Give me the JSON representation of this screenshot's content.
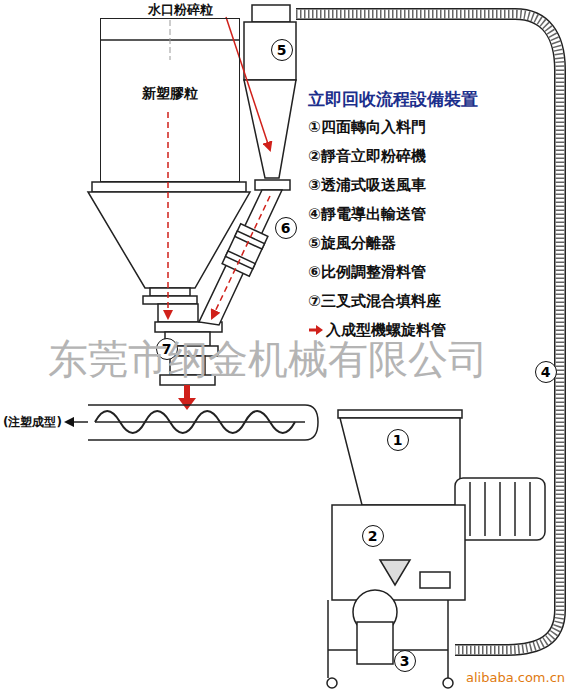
{
  "diagram": {
    "title": "立即回收流程設備裝置",
    "nodes": [
      {
        "text": [
          "新塑膠粒"
        ]
      }
    ],
    "labels": [
      "水口粉碎粒",
      "5",
      "6",
      "7",
      "(注塑成型)",
      "1",
      "2",
      "4",
      "3",
      "东莞市纲金机械有限公司",
      "alibaba.com.cn"
    ],
    "legend": [
      {
        "text": "①四面轉向入料門"
      },
      {
        "text": "②靜音立即粉碎機"
      },
      {
        "text": "③透浦式吸送風車"
      },
      {
        "text": "④靜電導出輸送管"
      },
      {
        "text": "⑤旋風分離器"
      },
      {
        "text": "⑥比例調整滑料管"
      },
      {
        "text": "⑦三叉式混合填料座"
      },
      {
        "text": "入成型機螺旋料管"
      }
    ]
  }
}
